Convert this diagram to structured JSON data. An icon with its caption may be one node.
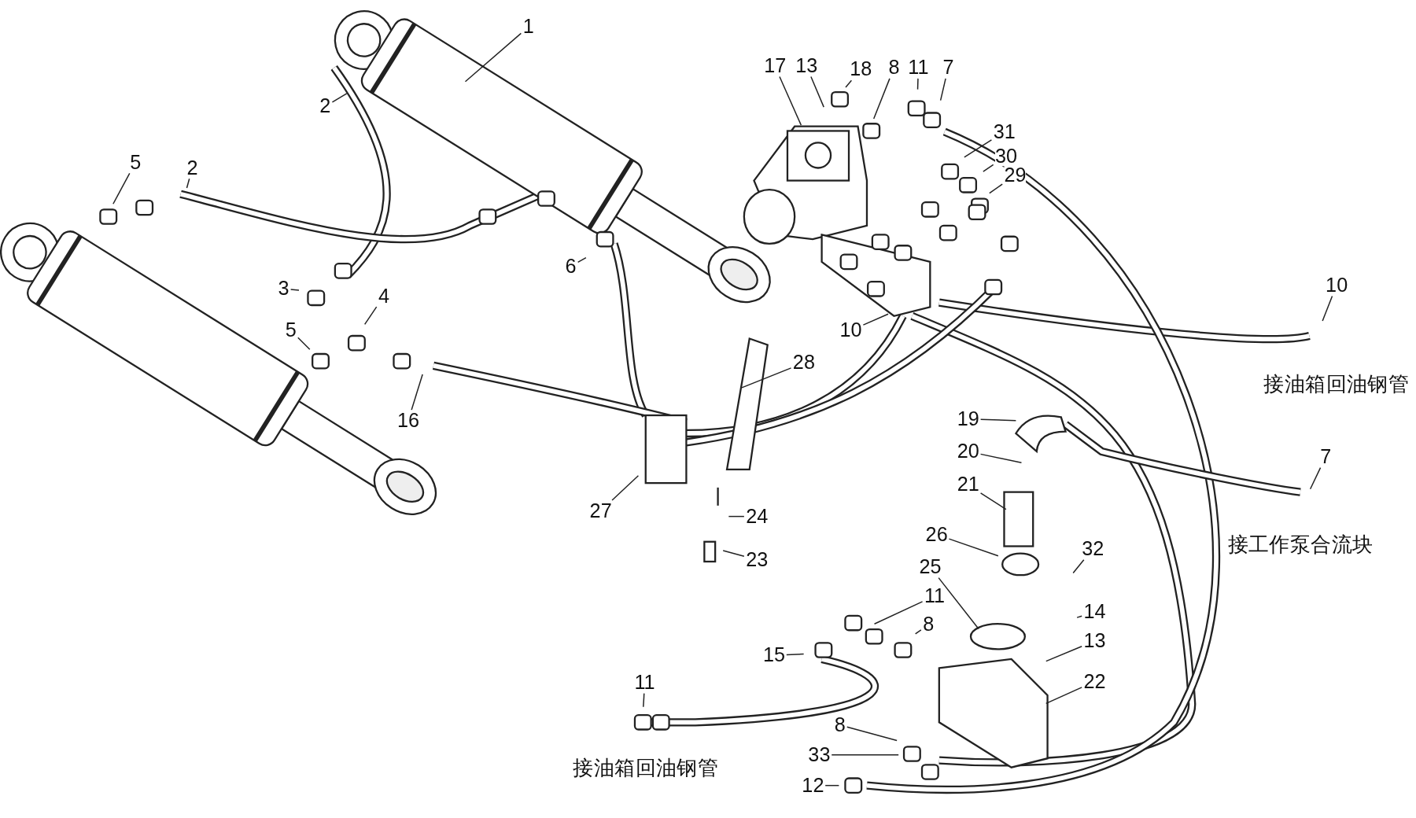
{
  "diagram": {
    "nodes": [
      {
        "text": [
          "1"
        ]
      },
      {
        "text": [
          "2"
        ]
      },
      {
        "text": [
          "5"
        ]
      },
      {
        "text": [
          "2"
        ]
      },
      {
        "text": [
          "17"
        ]
      },
      {
        "text": [
          "13"
        ]
      },
      {
        "text": [
          "18"
        ]
      },
      {
        "text": [
          "8"
        ]
      },
      {
        "text": [
          "11"
        ]
      },
      {
        "text": [
          "7"
        ]
      },
      {
        "text": [
          "31"
        ]
      },
      {
        "text": [
          "30"
        ]
      },
      {
        "text": [
          "29"
        ]
      },
      {
        "text": [
          "3"
        ]
      },
      {
        "text": [
          "4"
        ]
      },
      {
        "text": [
          "6"
        ]
      },
      {
        "text": [
          "10"
        ]
      },
      {
        "text": [
          "10"
        ]
      },
      {
        "text": [
          "5"
        ]
      },
      {
        "text": [
          "28"
        ]
      },
      {
        "text": [
          "16"
        ]
      },
      {
        "text": [
          "19"
        ]
      },
      {
        "text": [
          "20"
        ]
      },
      {
        "text": [
          "7"
        ]
      },
      {
        "text": [
          "21"
        ]
      },
      {
        "text": [
          "27"
        ]
      },
      {
        "text": [
          "24"
        ]
      },
      {
        "text": [
          "26"
        ]
      },
      {
        "text": [
          "32"
        ]
      },
      {
        "text": [
          "23"
        ]
      },
      {
        "text": [
          "25"
        ]
      },
      {
        "text": [
          "11"
        ]
      },
      {
        "text": [
          "14"
        ]
      },
      {
        "text": [
          "8"
        ]
      },
      {
        "text": [
          "13"
        ]
      },
      {
        "text": [
          "15"
        ]
      },
      {
        "text": [
          "22"
        ]
      },
      {
        "text": [
          "11"
        ]
      },
      {
        "text": [
          "8"
        ]
      },
      {
        "text": [
          "33"
        ]
      },
      {
        "text": [
          "12"
        ]
      }
    ],
    "edges": [
      {
        "from": 0,
        "to": null,
        "arrow": "none"
      },
      {
        "from": 1,
        "to": null,
        "arrow": "none"
      },
      {
        "from": 2,
        "to": null,
        "arrow": "none"
      },
      {
        "from": 3,
        "to": null,
        "arrow": "none"
      },
      {
        "from": 4,
        "to": null,
        "arrow": "none"
      },
      {
        "from": 5,
        "to": null,
        "arrow": "none"
      },
      {
        "from": 6,
        "to": null,
        "arrow": "none"
      },
      {
        "from": 7,
        "to": null,
        "arrow": "none"
      },
      {
        "from": 8,
        "to": null,
        "arrow": "none"
      },
      {
        "from": 9,
        "to": null,
        "arrow": "none"
      },
      {
        "from": 10,
        "to": null,
        "arrow": "none"
      },
      {
        "from": 11,
        "to": null,
        "arrow": "none"
      },
      {
        "from": 12,
        "to": null,
        "arrow": "none"
      },
      {
        "from": 13,
        "to": null,
        "arrow": "none"
      },
      {
        "from": 14,
        "to": null,
        "arrow": "none"
      },
      {
        "from": 15,
        "to": null,
        "arrow": "none"
      },
      {
        "from": 16,
        "to": null,
        "arrow": "none"
      },
      {
        "from": 17,
        "to": null,
        "arrow": "none"
      },
      {
        "from": 18,
        "to": null,
        "arrow": "none"
      },
      {
        "from": 19,
        "to": null,
        "arrow": "none"
      },
      {
        "from": 20,
        "to": null,
        "arrow": "none"
      },
      {
        "from": 21,
        "to": null,
        "arrow": "none"
      },
      {
        "from": 22,
        "to": null,
        "arrow": "none"
      },
      {
        "from": 23,
        "to": null,
        "arrow": "none"
      },
      {
        "from": 24,
        "to": null,
        "arrow": "none"
      },
      {
        "from": 25,
        "to": null,
        "arrow": "none"
      },
      {
        "from": 26,
        "to": null,
        "arrow": "none"
      },
      {
        "from": 27,
        "to": null,
        "arrow": "none"
      },
      {
        "from": 28,
        "to": null,
        "arrow": "none"
      },
      {
        "from": 29,
        "to": null,
        "arrow": "none"
      },
      {
        "from": 30,
        "to": null,
        "arrow": "none"
      },
      {
        "from": 31,
        "to": null,
        "arrow": "none"
      },
      {
        "from": 32,
        "to": null,
        "arrow": "none"
      },
      {
        "from": 33,
        "to": null,
        "arrow": "none"
      },
      {
        "from": 34,
        "to": null,
        "arrow": "none"
      },
      {
        "from": 35,
        "to": null,
        "arrow": "none"
      },
      {
        "from": 36,
        "to": null,
        "arrow": "none"
      },
      {
        "from": 37,
        "to": null,
        "arrow": "none"
      },
      {
        "from": 38,
        "to": null,
        "arrow": "none"
      },
      {
        "from": 39,
        "to": null,
        "arrow": "none"
      },
      {
        "from": 40,
        "to": null,
        "arrow": "none"
      }
    ],
    "labels": [
      "接油箱回油钢管",
      "接工作泵合流块",
      "接油箱回油钢管"
    ]
  }
}
